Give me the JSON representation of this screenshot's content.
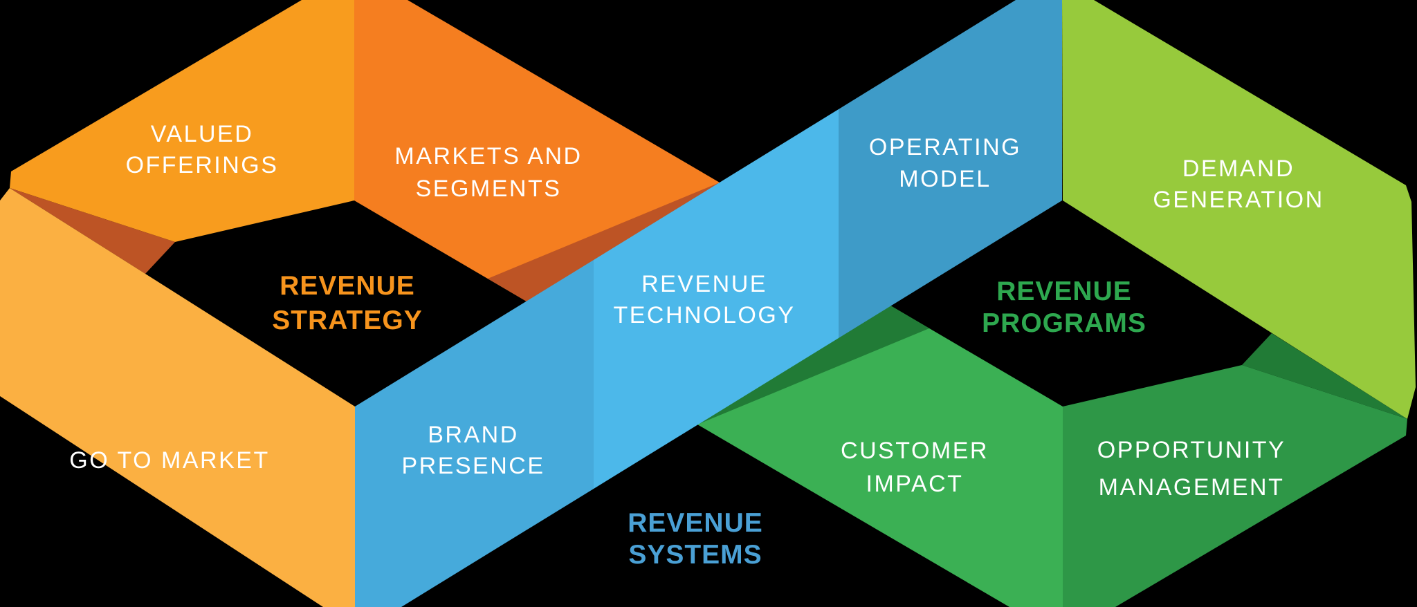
{
  "diagram": {
    "name": "revenue-infinity-loop",
    "background": "#000000",
    "faces": {
      "valued_offerings": {
        "line1": "VALUED",
        "line2": "OFFERINGS",
        "fill": "#F89C1E",
        "text_color": "#FFFFFF"
      },
      "markets_segments": {
        "line1": "MARKETS AND",
        "line2": "SEGMENTS",
        "fill": "#F57E20",
        "text_color": "#FFFFFF"
      },
      "go_to_market": {
        "line1": "GO TO MARKET",
        "fill": "#FBB042",
        "text_color": "#FFFFFF"
      },
      "brand_presence": {
        "line1": "BRAND",
        "line2": "PRESENCE",
        "fill": "#46AADB",
        "text_color": "#FFFFFF"
      },
      "revenue_technology": {
        "line1": "REVENUE",
        "line2": "TECHNOLOGY",
        "fill": "#4CB8EA",
        "text_color": "#FFFFFF"
      },
      "operating_model": {
        "line1": "OPERATING",
        "line2": "MODEL",
        "fill": "#3E9BC8",
        "text_color": "#FFFFFF"
      },
      "demand_generation": {
        "line1": "DEMAND",
        "line2": "GENERATION",
        "fill": "#97CA3C",
        "text_color": "#FFFFFF"
      },
      "opportunity_management": {
        "line1": "OPPORTUNITY",
        "line2": "MANAGEMENT",
        "fill": "#2E9747",
        "text_color": "#FFFFFF"
      },
      "customer_impact": {
        "line1": "CUSTOMER",
        "line2": "IMPACT",
        "fill": "#3BB054",
        "text_color": "#FFFFFF"
      }
    },
    "loop_labels": {
      "revenue_strategy": {
        "line1": "REVENUE",
        "line2": "STRATEGY",
        "color": "#F7941D"
      },
      "revenue_systems": {
        "line1": "REVENUE",
        "line2": "SYSTEMS",
        "color": "#4AA0D5"
      },
      "revenue_programs": {
        "line1": "REVENUE",
        "line2": "PROGRAMS",
        "color": "#2EA84F"
      }
    },
    "shadows": {
      "orange_fold": "#BD5425",
      "green_fold": "#217B36"
    }
  }
}
